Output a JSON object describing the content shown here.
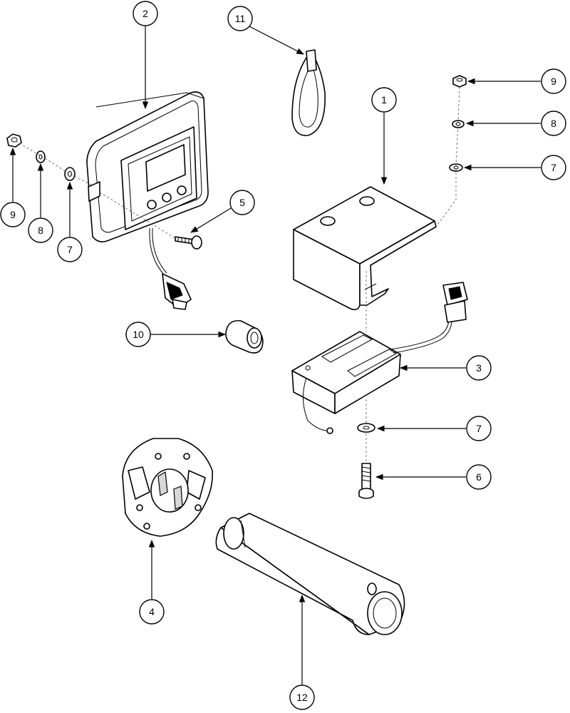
{
  "callouts": {
    "c1": "1",
    "c2": "2",
    "c3": "3",
    "c4": "4",
    "c5": "5",
    "c6": "6",
    "c7a": "7",
    "c7b": "7",
    "c7c": "7",
    "c8a": "8",
    "c8b": "8",
    "c9a": "9",
    "c9b": "9",
    "c10": "10",
    "c11": "11",
    "c12": "12"
  }
}
